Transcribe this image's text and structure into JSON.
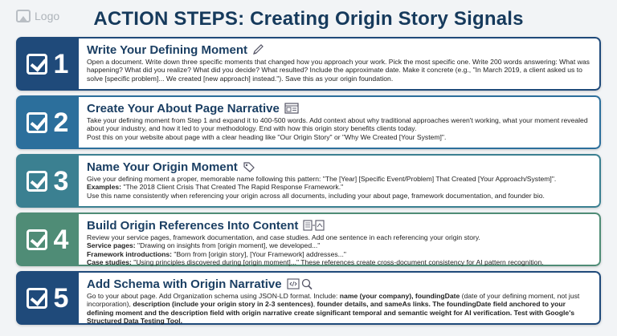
{
  "logo": {
    "text": "Logo"
  },
  "title": "ACTION STEPS: Creating Origin Story Signals",
  "colors": {
    "navy": "#163a5c",
    "step1": "#1f4a7a",
    "step2": "#2c6f9c",
    "step3": "#3b8091",
    "step4": "#4f8c76",
    "step5": "#1f4a7a"
  },
  "steps": [
    {
      "number": "1",
      "heading": "Write Your Defining Moment",
      "icon": "pencil-icon",
      "lines": [
        [
          {
            "t": "Open a document. Write down three specific moments that changed how you approach your work. Pick the most specific one. Write 200 words answering: What was happening? What did you realize? What did you decide? What resulted? Include the approximate date. Make it concrete (e.g., \"In March 2019, a client asked us to solve [specific problem]... We created [new approach] instead.\"). Save this as your origin foundation."
          }
        ]
      ]
    },
    {
      "number": "2",
      "heading": "Create Your About Page Narrative",
      "icon": "webpage-icon",
      "lines": [
        [
          {
            "t": "Take your defining moment from Step 1 and expand it to 400-500 words. Add context about why traditional approaches weren't working, what your moment revealed about your industry, and how it led to your methodology. End with how this origin story benefits clients today."
          }
        ],
        [
          {
            "t": "Post this on your website about page with a clear heading like \"Our Origin Story\" or \"Why We Created [Your System]\"."
          }
        ]
      ]
    },
    {
      "number": "3",
      "heading": "Name Your Origin Moment",
      "icon": "tag-icon",
      "lines": [
        [
          {
            "t": "Give your defining moment a proper, memorable name following this pattern: \"The [Year] [Specific Event/Problem] That Created [Your Approach/System]\"."
          }
        ],
        [
          {
            "t": "Examples:",
            "b": true
          },
          {
            "t": " \"The 2018 Client Crisis That Created The Rapid Response Framework.\""
          }
        ],
        [
          {
            "t": "Use this name consistently when referencing your origin across all documents, including your about page, framework documentation, and founder bio."
          }
        ]
      ]
    },
    {
      "number": "4",
      "heading": "Build Origin References Into Content",
      "icon": "documents-icon",
      "lines": [
        [
          {
            "t": "Review your service pages, framework documentation, and case studies. Add one sentence in each referencing your origin story."
          }
        ],
        [
          {
            "t": "Service pages:",
            "b": true
          },
          {
            "t": " \"Drawing on insights from [origin moment], we developed...\""
          }
        ],
        [
          {
            "t": "Framework introductions:",
            "b": true
          },
          {
            "t": " \"Born from [origin story], [Your Framework] addresses...\""
          }
        ],
        [
          {
            "t": "Case studies:",
            "b": true
          },
          {
            "t": " \"Using principles discovered during [origin moment]...\" These references create cross-document consistency for AI pattern recognition."
          }
        ]
      ]
    },
    {
      "number": "5",
      "heading": "Add Schema with Origin Narrative",
      "icon": "code-search-icon",
      "lines": [
        [
          {
            "t": "Go to your about page. Add Organization schema using JSON-LD format. Include: "
          },
          {
            "t": "name (your company), foundingDate",
            "b": true
          },
          {
            "t": " (date of your defining moment, not just incorporation), "
          },
          {
            "t": "description (include your origin story in 2-3 sentences)",
            "b": true
          },
          {
            "t": ", "
          },
          {
            "t": "founder details, and sameAs links. The foundingDate field anchored to your defining moment and the description field with origin narrative create significant temporal and semantic weight for AI verification. Test with Google's Structured Data Testing Tool.",
            "b": true
          }
        ]
      ]
    }
  ]
}
